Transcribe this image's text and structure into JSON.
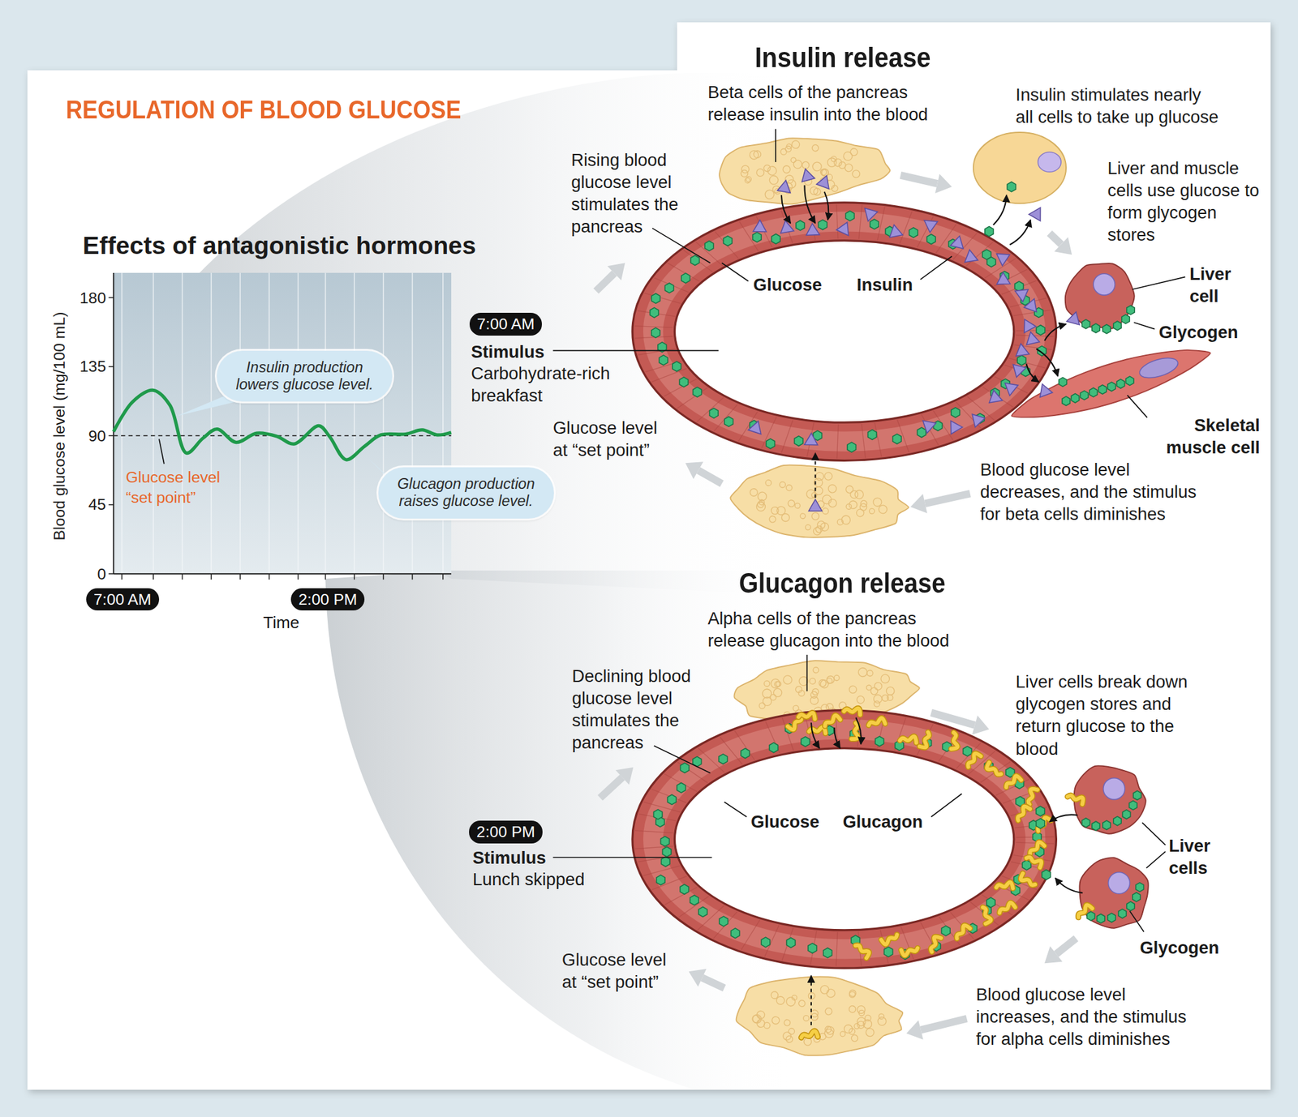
{
  "diagram": {
    "title": "REGULATION OF BLOOD GLUCOSE",
    "nodes": [
      {
        "text": [
          "Insulin production lowers glucose level."
        ]
      },
      {
        "text": [
          "Glucagon production raises glucose level."
        ]
      },
      {
        "text": [
          "7:00 AM"
        ]
      },
      {
        "text": [
          "2:00 PM"
        ]
      },
      {
        "text": [
          "7:00 AM"
        ]
      },
      {
        "text": [
          "2:00 PM"
        ]
      }
    ],
    "labels": [
      "Effects of antagonistic hormones",
      "Blood glucose level (mg/100 mL)",
      "180",
      "135",
      "90",
      "45",
      "0",
      "Glucose level “set point”",
      "Time",
      "Insulin release",
      "Beta cells of the pancreas release insulin into the blood",
      "Insulin stimulates nearly all cells to take up glucose",
      "Rising blood glucose level stimulates the pancreas",
      "Liver and muscle cells use glucose to form glycogen stores",
      "Glucose",
      "Insulin",
      "Liver cell",
      "Glycogen",
      "Stimulus",
      "Carbohydrate-rich breakfast",
      "Skeletal muscle cell",
      "Glucose level at “set point”",
      "Blood glucose level decreases, and the stimulus for beta cells diminishes",
      "Glucagon release",
      "Alpha cells of the pancreas release glucagon into the blood",
      "Declining blood glucose level stimulates the pancreas",
      "Liver cells break down glycogen stores and return glucose to the blood",
      "Glucose",
      "Glucagon",
      "Liver cells",
      "Stimulus",
      "Lunch skipped",
      "Glycogen",
      "Glucose level at “set point”",
      "Blood glucose level increases, and the stimulus for alpha cells diminishes"
    ]
  }
}
